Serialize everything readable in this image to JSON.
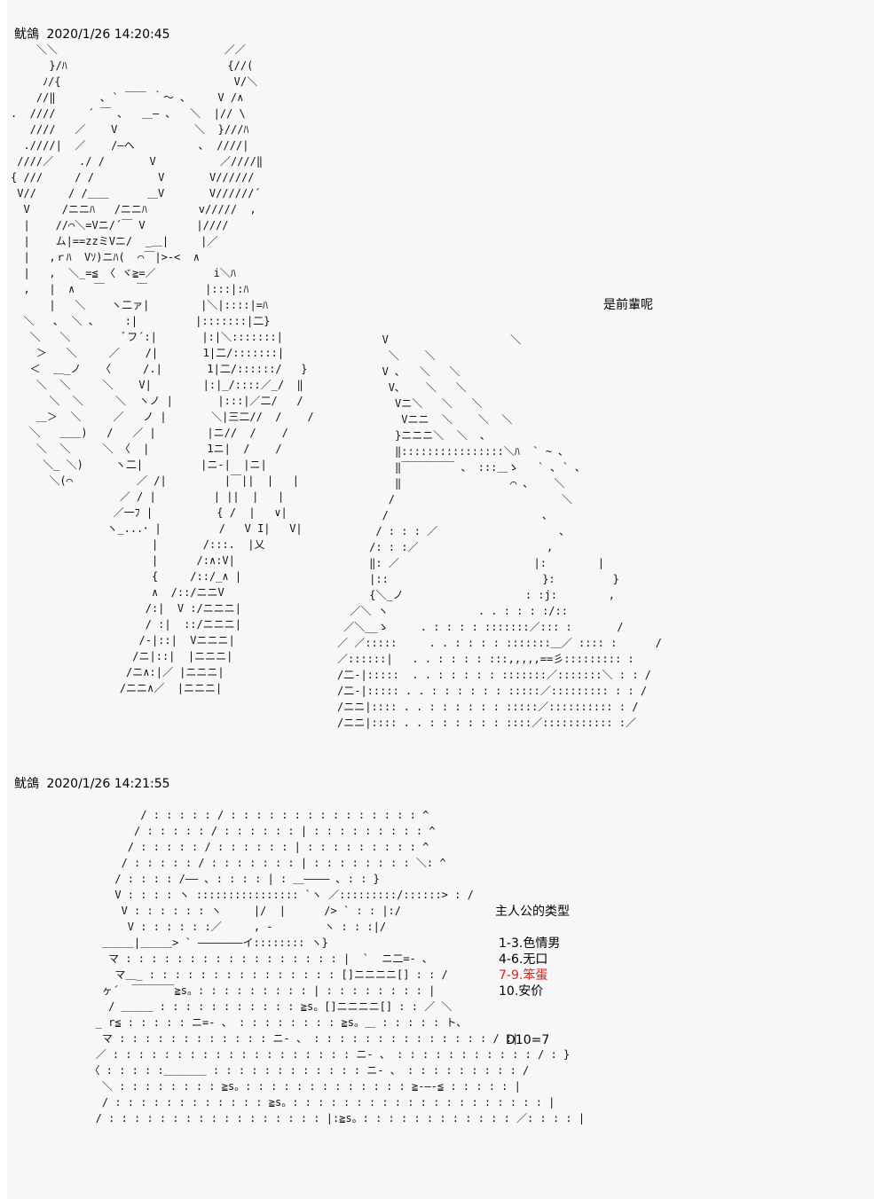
{
  "posts": [
    {
      "author": "鱿鴿",
      "timestamp": "2020/1/26 14:20:45",
      "caption": "是前輩呢",
      "art": "    ＼＼                          ／／\n      }/ﾊ                         {//(\n     ﾉ/{                           V/＼\n    //‖       ､ ` ￣￣ ｀～ ､     V /∧\n.  ////     ´ ￣ ､   ＿― ､   ＼  |// \\\n   ////   ／    V            ＼  }///ﾊ\n  .////|  ／    /―ヘ          ､  ////|\n ////／    ./ /       V          ／////‖\n{ ///     / /          V       V//////\n V//     / /＿＿      ＿V       V//////´\n  V     /ニニﾊ   /ニニﾊ        v/////  ,\n  |    //⌒＼=Vニ/´￣ V        |////\n  |    ム|==zzミVニ/  _＿|     |／\n  |   ,ｒﾊ  Vｿ)ニﾊ(  ⌒￣|>-<  ∧\n  |   ,  ＼_=≦ 〈 ヾ≧=／         i＼ﾊ\n  ,   |  ∧   ￣     ￣         |:::|:ﾊ\n      |   ＼    ヽ二ァ|        |＼|::::|=ﾊ\n  ＼   ､  ＼ 、    :|         |:::::::|二}\n   ＼   ＼        ﾞフ´:|       |:|＼:::::::|\n    ＞   ＼     ／    /|       1|二/:::::::|\n   ＜  ＿_ノ   〈     /.|       1|二/::::::/   }\n    ＼  ＼     ＼    V|        |:|_/::::／_/  ‖\n      ＼  ＼     ＼  ヽノ |       |:::|／二/   /\n    ＿＞  ＼     ／   ノ |       ＼|三二//  /    /\n   ＼   ＿＿)   /   ／ |        |ニ//  /    /\n    ＼  ＼     ＼ 〈  |         1ニ|  /    /\n     ＼_ ＼)     ヽ二|         |ニ-|  |ニ|\n      ＼(⌒          ／ /|         |￣||  |   |\n                 ／ / |         | ||  |   |\n                ／一ﾌ |          { /  |   ∨|\n               ヽ_...･ |         /   V I|   V|\n                      |       /:::.  |乂\n                      |      /:∧:V|\n                      {     /::/_∧ |\n                      ∧  /::/ニニV\n                     /:|  V :/ニニニ|\n                     / :|  ::/ニニニ|\n                    /-|::|  Vニニニ|\n                   /ニ|::|  |ニニニ|\n                  /ニ∧:|／ |ニニニ|\n                 /ニニ∧／  |ニニニ|",
      "art_right": "       V                   ＼\n        ＼    ＼\n       V ､   ＼   ＼\n        V､    ＼   ＼\n         Vニ＼   ＼   ＼\n          Vニニ  ＼    ＼  ＼\n         }ニニニ＼  ＼  ､\n         ‖::::::::::::::::＼ﾊ  ` ~ ､\n         ‖￣￣￣￣￣ 、 :::＿ゝ   ` ､ ` ､\n         ‖                 ⌒ ､    ＼\n        /                          ＼\n       /                        ､\n      / : : : ／                   ､\n     /: : :／                    ,\n     ‖: ／                     |:        |\n     |::                        }:         }\n     {＼_ノ                   : :j:        ,\n  ／＼ ヽ              . . : : : :/::\n ／＼__ゝ     . : : : : :::::::／::: :       /\n／ ／:::::     . . : : : : :::::::＿／ :::: :      /\n／::::::|   . . : : : : :::,,,,,==彡::::::::: :\n/二-|:::::  . . : : : : : :::::::／:::::::＼ : : /\n/二-|::::: . . : : : : : : :::::／::::::::: : : /\n/ニニ|:::: . . : : : : : : :::::／:::::::::: : /\n/ニニ|:::: . . : : : : : : ::::／::::::::::: :／"
    },
    {
      "author": "鱿鴿",
      "timestamp": "2020/1/26 14:21:55",
      "caption": "主人公的类型",
      "art": "          / : : : : : / : : : : : : : : : : : : : : : ^\n         / : : : : : / : : : : : : | : : : : : : : : : ^\n        / : : : : : / : : : : : : | : : : : : : : : : ^\n       / : : : : : / : : : : : : : | : : : : : : : : ＼: ^\n      / : : : : /―― ､ : : : : | : ＿―――― ､ : : }\n      V : : : : ヽ :::::::::::::::: `ヽ ／:::::::::/::::::> : /\n       V : : : : : : ヽ     |/  |      /> ` : : |:/\n        V : : : : : :／     , -        ヽ : : :|/\n    ＿＿＿|＿＿＿> ` ―――――――イ:::::::: ヽ}\n     マ : : : : : : : : : : : : : : : : : |  `  ニ二=- ､\n      マ＿_ : : : : : : : : : : : : : : : []ニニニニ[] : : /\n    ヶ´  ￣￣￣￣≧s。: : : : : : : : : | : : : : : : : : |\n     / ＿＿＿ : : : : : : : : : : : ≧s。[]ニニニニ[] : : ／ ＼\n   _ r≦ : : : : : ニ=- 、 : : : : : : : : ≧s。＿ : : : : : ト､\n    マ : : : : : : : : : : : : ニ- 、 : : : : : : : : : : : : : : / :|\n   ／ : : : : : : : : : : : : : : : : : : : ニ- 、 : : : : : : : : : : : / : }\n  〈 : : : : :＿＿＿＿ : : : : : : : : : : : : ニ- 、 : : : : : : : : : /\n    ＼ : : : : : : : : ≧s。: : : : : : : : : : : : : ≧-―-≦ : : : : : |\n    / : : : : : : : : : : : : ≧s。: : : : : : : : : : : : : : : : : : : : |\n   / : : : : : : : : : : : : : : : : : |:≧s。: : : : : : : : : : : : ／: : : : |",
      "choices": [
        {
          "label": "1-3.色情男",
          "selected": false
        },
        {
          "label": "4-6.无口",
          "selected": false
        },
        {
          "label": "7-9.笨蛋",
          "selected": true
        },
        {
          "label": "10.安价",
          "selected": false
        }
      ],
      "dice_result": "D10=7"
    }
  ],
  "colors": {
    "background": "#f7f7f7",
    "text": "#000000",
    "selected_choice": "#e0201c"
  }
}
